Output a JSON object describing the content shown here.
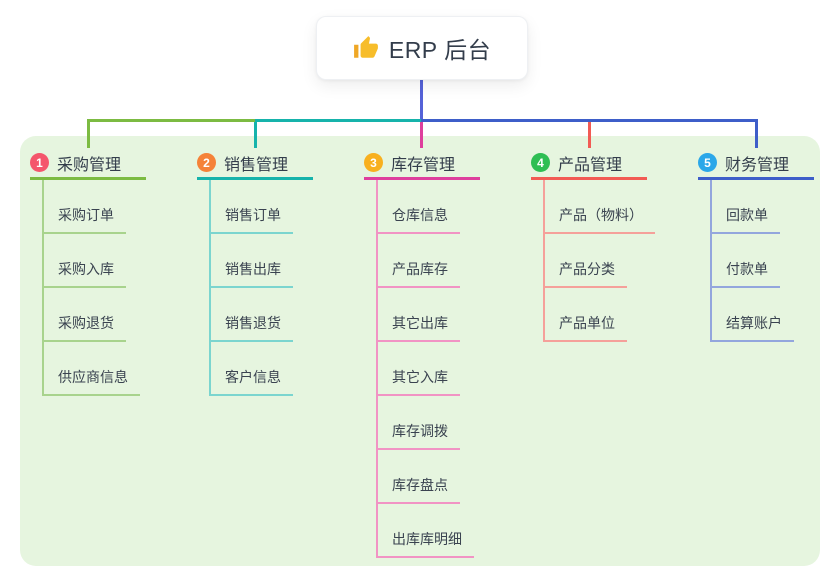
{
  "root": {
    "icon": "thumbs-up",
    "title": "ERP 后台"
  },
  "theme": {
    "canvas_bg": "#ffffff",
    "panel_bg": "#E6F5DF",
    "root_line_color": "#5562D8",
    "node_text_color": "#333D4B"
  },
  "branches": [
    {
      "num": "1",
      "label": "采购管理",
      "badge_color": "#F4566C",
      "line_color": "#7CBB42",
      "child_line_color": "#A8D38D",
      "children": [
        "采购订单",
        "采购入库",
        "采购退货",
        "供应商信息"
      ]
    },
    {
      "num": "2",
      "label": "销售管理",
      "badge_color": "#F58238",
      "line_color": "#16B3AB",
      "child_line_color": "#7BD5CF",
      "children": [
        "销售订单",
        "销售出库",
        "销售退货",
        "客户信息"
      ]
    },
    {
      "num": "3",
      "label": "库存管理",
      "badge_color": "#F8B01F",
      "line_color": "#DE3F9D",
      "child_line_color": "#F193C4",
      "children": [
        "仓库信息",
        "产品库存",
        "其它出库",
        "其它入库",
        "库存调拨",
        "库存盘点",
        "出库库明细"
      ]
    },
    {
      "num": "4",
      "label": "产品管理",
      "badge_color": "#2EBE53",
      "line_color": "#F25B54",
      "child_line_color": "#F5A09A",
      "children": [
        "产品（物料）",
        "产品分类",
        "产品单位"
      ]
    },
    {
      "num": "5",
      "label": "财务管理",
      "badge_color": "#2BA7E9",
      "line_color": "#3E5EC9",
      "child_line_color": "#93A6DD",
      "children": [
        "回款单",
        "付款单",
        "结算账户"
      ]
    }
  ]
}
